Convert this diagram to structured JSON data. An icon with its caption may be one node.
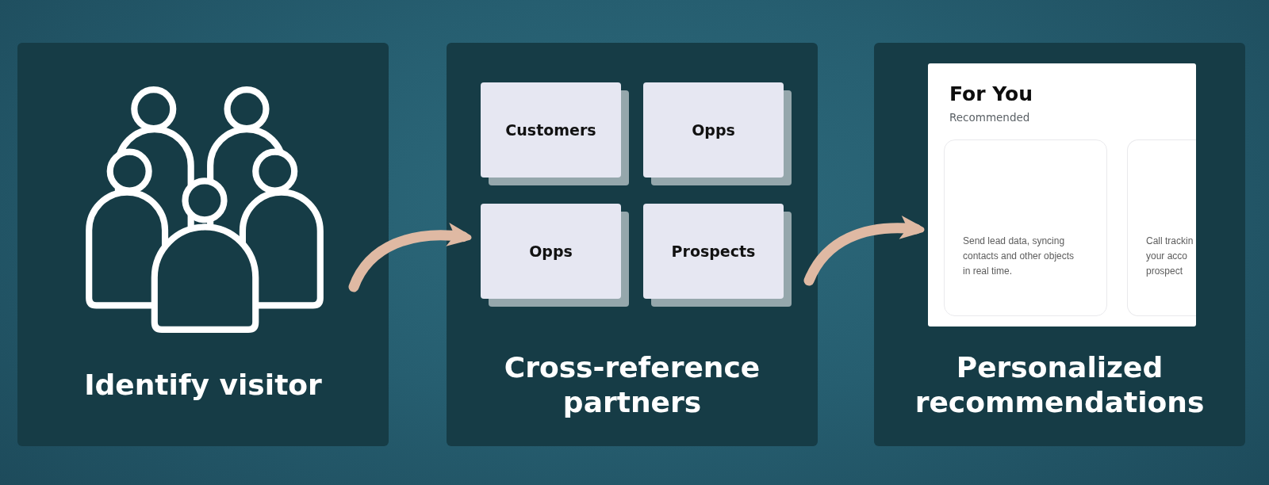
{
  "diagram": {
    "nodes": [
      {
        "text": [
          "Identify visitor"
        ]
      },
      {
        "text": [
          "Cross-reference partners"
        ]
      },
      {
        "text": [
          "Customers"
        ],
        "in": 1
      },
      {
        "text": [
          "Opps"
        ],
        "in": 1
      },
      {
        "text": [
          "Opps"
        ],
        "in": 1
      },
      {
        "text": [
          "Prospects"
        ],
        "in": 1
      },
      {
        "text": [
          "Personalized recommendations"
        ]
      },
      {
        "text": [
          "For You",
          "Recommended"
        ],
        "in": 6
      },
      {
        "text": [
          "Send lead data, syncing contacts and other objects in real time."
        ],
        "in": 7
      },
      {
        "text": [
          "Call trackin your acco prospect"
        ],
        "in": 7
      }
    ],
    "edges": [
      {
        "from": 0,
        "to": 1,
        "arrow": "to"
      },
      {
        "from": 1,
        "to": 6,
        "arrow": "to"
      }
    ]
  }
}
